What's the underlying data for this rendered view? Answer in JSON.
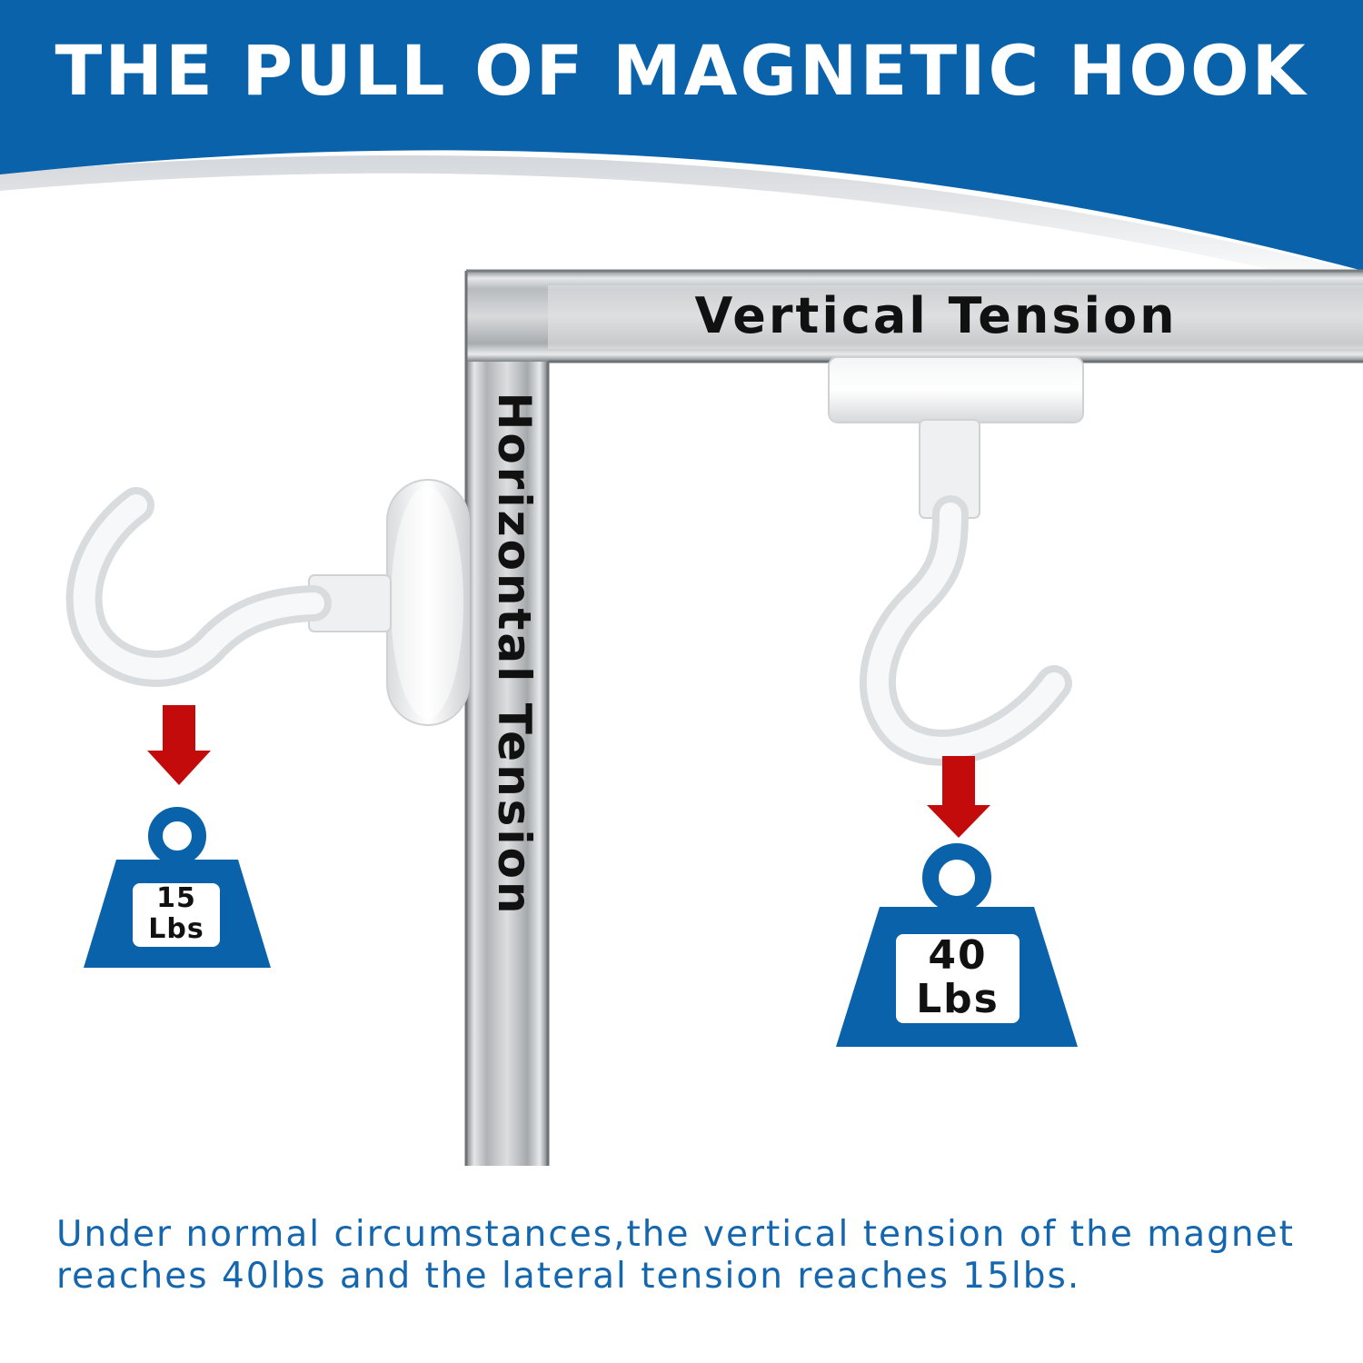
{
  "banner": {
    "title": "THE PULL OF MAGNETIC HOOK"
  },
  "labels": {
    "vertical_tension": "Vertical Tension",
    "horizontal_tension": "Horizontal Tension"
  },
  "weights": {
    "horizontal": {
      "value": "15",
      "unit": "Lbs"
    },
    "vertical": {
      "value": "40",
      "unit": "Lbs"
    }
  },
  "caption": {
    "line1": "Under normal circumstances,the vertical tension of the magnet",
    "line2": "reaches 40lbs and the lateral tension reaches 15lbs."
  },
  "icons": [
    "magnetic-hook-icon",
    "down-arrow-icon",
    "weight-icon",
    "steel-bar-icon"
  ],
  "colors": {
    "brand_blue": "#0a62aa",
    "arrow_red": "#c40b0b",
    "caption_blue": "#1466ae",
    "text_dark": "#111111"
  }
}
